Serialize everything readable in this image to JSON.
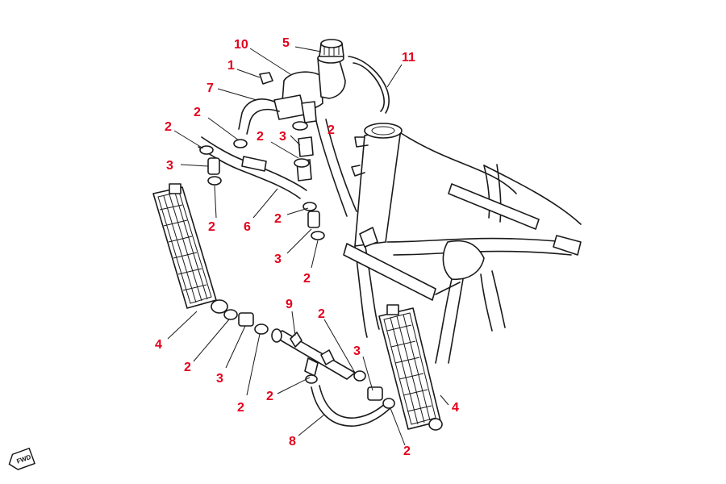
{
  "callout_color": "#e3001b",
  "callouts": [
    {
      "key": "c10",
      "label": "10"
    },
    {
      "key": "c5",
      "label": "5"
    },
    {
      "key": "c11",
      "label": "11"
    },
    {
      "key": "c1",
      "label": "1"
    },
    {
      "key": "c7",
      "label": "7"
    },
    {
      "key": "c2a",
      "label": "2"
    },
    {
      "key": "c2b",
      "label": "2"
    },
    {
      "key": "c2c",
      "label": "2"
    },
    {
      "key": "c3a",
      "label": "3"
    },
    {
      "key": "c2d",
      "label": "2"
    },
    {
      "key": "c3b",
      "label": "3"
    },
    {
      "key": "c2e",
      "label": "2"
    },
    {
      "key": "c6",
      "label": "6"
    },
    {
      "key": "c2f",
      "label": "2"
    },
    {
      "key": "c3c",
      "label": "3"
    },
    {
      "key": "c2g",
      "label": "2"
    },
    {
      "key": "c9",
      "label": "9"
    },
    {
      "key": "c2h",
      "label": "2"
    },
    {
      "key": "c4a",
      "label": "4"
    },
    {
      "key": "c3d",
      "label": "3"
    },
    {
      "key": "c2i",
      "label": "2"
    },
    {
      "key": "c3e",
      "label": "3"
    },
    {
      "key": "c2j",
      "label": "2"
    },
    {
      "key": "c2k",
      "label": "2"
    },
    {
      "key": "c4b",
      "label": "4"
    },
    {
      "key": "c8",
      "label": "8"
    },
    {
      "key": "c2l",
      "label": "2"
    }
  ],
  "fwd_badge": {
    "text": "FWD",
    "icon": "forward-arrow-icon"
  }
}
